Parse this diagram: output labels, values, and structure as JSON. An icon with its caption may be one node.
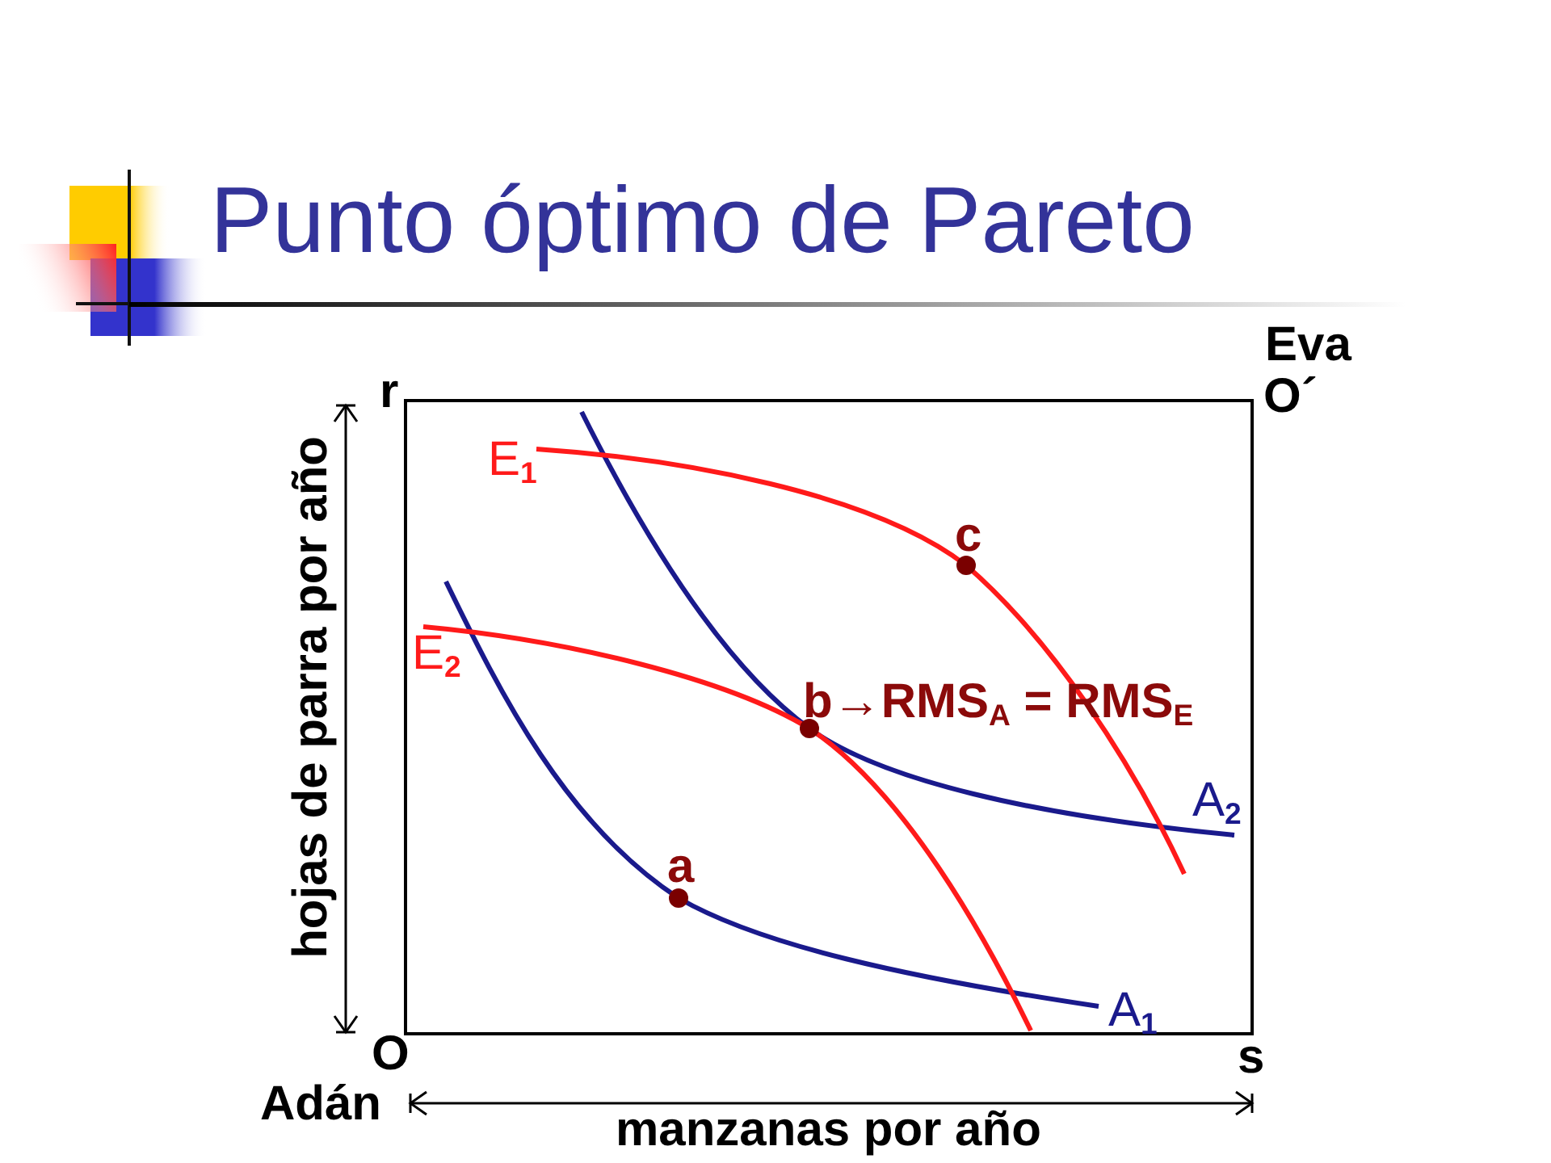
{
  "diagram": {
    "title": "Punto óptimo de Pareto",
    "labels": [
      "Eva",
      "O´",
      "r",
      "E$_{1}$",
      "c",
      "E$_{2}$",
      "b→RMS$_{A}$ = RMS$_{E}$",
      "hojas de parra por año",
      "A$_{2}$",
      "a",
      "A$_{1}$",
      "O",
      "s",
      "Adán",
      "manzanas por año"
    ]
  }
}
